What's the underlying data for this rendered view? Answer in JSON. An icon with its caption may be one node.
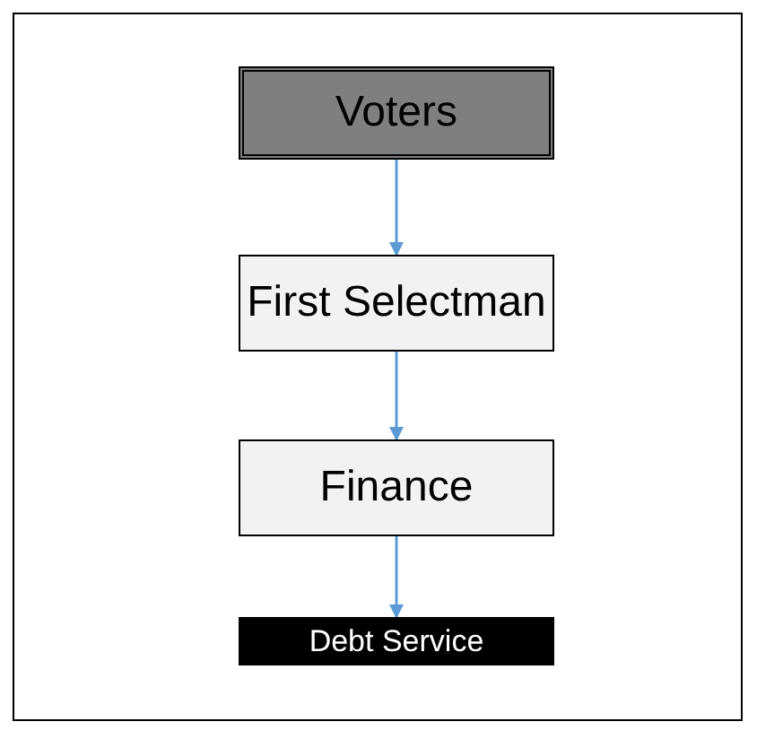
{
  "diagram": {
    "nodes": [
      {
        "text": [
          "Voters"
        ]
      },
      {
        "text": [
          "First Selectman"
        ]
      },
      {
        "text": [
          "Finance"
        ]
      },
      {
        "text": [
          "Debt Service"
        ]
      }
    ],
    "edges": [
      {
        "from": 0,
        "to": 1,
        "arrow": "to"
      },
      {
        "from": 1,
        "to": 2,
        "arrow": "to"
      },
      {
        "from": 2,
        "to": 3,
        "arrow": "to"
      }
    ]
  }
}
